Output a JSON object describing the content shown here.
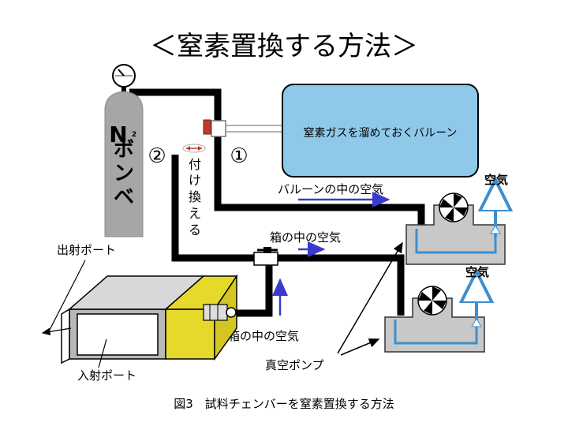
{
  "title": "＜窒素置換する方法＞",
  "cylinder": {
    "label_n": "N",
    "label_sub": "2",
    "label_rest": "ボンベ"
  },
  "balloon": {
    "label": "窒素ガスを溜めておくバルーン"
  },
  "labels": {
    "circle_1": "①",
    "circle_2": "②",
    "swap": [
      "付",
      "け",
      "換",
      "え",
      "る"
    ],
    "balloon_air": "バルーンの中の空気",
    "box_air_top": "箱の中の空気",
    "box_air_bottom": "箱の中の空気",
    "air_top": "空気",
    "air_bottom": "空気",
    "exit_port": "出射ポート",
    "entry_port": "入射ポート",
    "vacuum_pump": "真空ポンプ"
  },
  "caption": "図3　試料チェンバーを窒素置換する方法",
  "colors": {
    "balloon_fill": "#8ec9ea",
    "cylinder_fill": "#a6a6a6",
    "pipe": "#000000",
    "arrow_blue": "#3a3acc",
    "chamber_yellow": "#e6d92a",
    "pump_gray": "#c8c8c8",
    "pump_line_blue": "#3c8fd0",
    "valve_red": "#c0392b"
  }
}
